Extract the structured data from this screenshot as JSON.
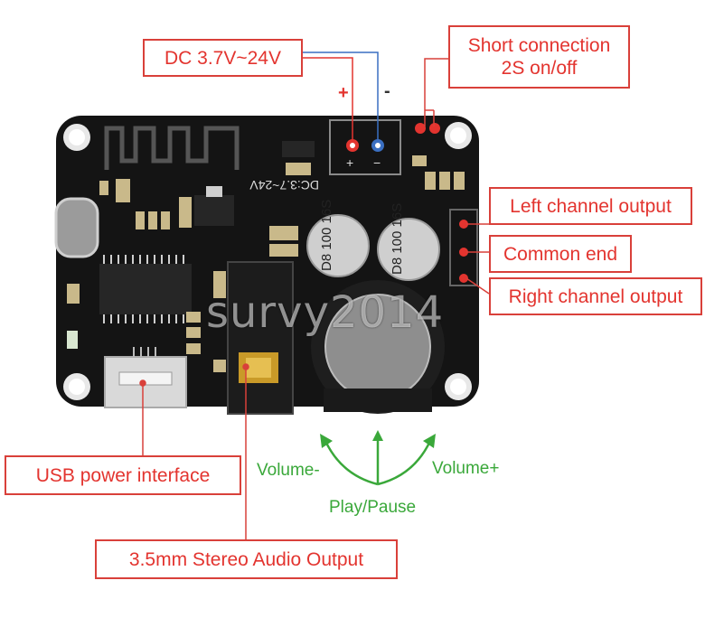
{
  "labels": {
    "dc_input": "DC 3.7V~24V",
    "short_connection_line1": "Short connection",
    "short_connection_line2": "2S on/off",
    "left_channel": "Left channel output",
    "common_end": "Common end",
    "right_channel": "Right channel output",
    "usb_power": "USB power interface",
    "audio_output": "3.5mm Stereo Audio Output",
    "volume_minus": "Volume-",
    "volume_plus": "Volume+",
    "play_pause": "Play/Pause",
    "plus_sign": "+",
    "minus_sign": "-"
  },
  "board_text": {
    "dc_marking": "DC:3.7~24V",
    "cap_left": "D8 100 16S",
    "cap_right": "D8 100 16S"
  },
  "watermark": "survy2014",
  "colors": {
    "callout_border": "#d9403a",
    "callout_text": "#e3342f",
    "knob_arrows": "#3aa83a",
    "dc_wire_positive": "#e3342f",
    "dc_wire_negative": "#3a6fc2",
    "pcb": "#141414"
  }
}
